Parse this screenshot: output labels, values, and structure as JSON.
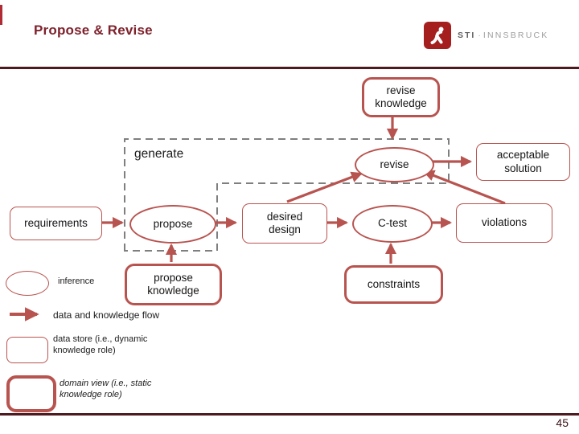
{
  "header": {
    "title": "Propose & Revise",
    "logo": {
      "abbr": "STI",
      "separator": "·",
      "name": "INNSBRUCK"
    }
  },
  "diagram": {
    "group_label": "generate",
    "nodes": {
      "revise_knowledge": {
        "label": "revise knowledge",
        "type": "domain view"
      },
      "requirements": {
        "label": "requirements",
        "type": "data store"
      },
      "propose": {
        "label": "propose",
        "type": "inference"
      },
      "desired_design": {
        "label": "desired design",
        "type": "data store"
      },
      "c_test": {
        "label": "C-test",
        "type": "inference"
      },
      "revise": {
        "label": "revise",
        "type": "inference"
      },
      "acceptable_solution": {
        "label": "acceptable solution",
        "type": "data store"
      },
      "violations": {
        "label": "violations",
        "type": "data store"
      },
      "propose_knowledge": {
        "label": "propose knowledge",
        "type": "domain view"
      },
      "constraints": {
        "label": "constraints",
        "type": "domain view"
      }
    },
    "edges": [
      {
        "from": "revise knowledge",
        "to": "revise"
      },
      {
        "from": "requirements",
        "to": "propose"
      },
      {
        "from": "propose",
        "to": "desired design"
      },
      {
        "from": "desired design",
        "to": "C-test"
      },
      {
        "from": "C-test",
        "to": "violations"
      },
      {
        "from": "revise",
        "to": "acceptable solution"
      },
      {
        "from": "desired design",
        "to": "revise"
      },
      {
        "from": "violations",
        "to": "revise"
      },
      {
        "from": "propose knowledge",
        "to": "propose"
      },
      {
        "from": "constraints",
        "to": "C-test"
      }
    ]
  },
  "legend": {
    "inference": "inference",
    "flow": "data and knowledge flow",
    "data_store": "data store (i.e., dynamic knowledge role)",
    "domain_view": "domain view (i.e., static knowledge role)"
  },
  "footer": {
    "page_number": "45"
  },
  "colors": {
    "shape_red": "#b85450",
    "title_red": "#7e222c",
    "rule_maroon": "#4c1a1f",
    "dashed_gray": "#7f7f7f",
    "logo_red": "#a51f1f"
  }
}
